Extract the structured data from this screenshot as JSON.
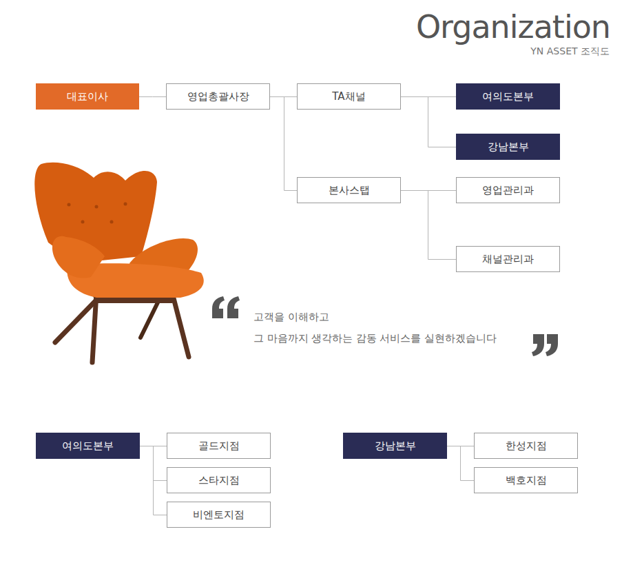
{
  "diagram": {
    "title": "Organization",
    "nodes": [
      {
        "text": [
          "대표이사"
        ]
      },
      {
        "text": [
          "영업총괄사장"
        ]
      },
      {
        "text": [
          "TA채널"
        ]
      },
      {
        "text": [
          "여의도본부"
        ]
      },
      {
        "text": [
          "강남본부"
        ]
      },
      {
        "text": [
          "본사스탭"
        ]
      },
      {
        "text": [
          "영업관리과"
        ]
      },
      {
        "text": [
          "채널관리과"
        ]
      },
      {
        "text": [
          "여의도본부"
        ]
      },
      {
        "text": [
          "골드지점"
        ]
      },
      {
        "text": [
          "스타지점"
        ]
      },
      {
        "text": [
          "비엔토지점"
        ]
      },
      {
        "text": [
          "강남본부"
        ]
      },
      {
        "text": [
          "한성지점"
        ]
      },
      {
        "text": [
          "백호지점"
        ]
      }
    ],
    "edges": [
      {
        "from": 0,
        "to": 1,
        "arrow": "none"
      },
      {
        "from": 1,
        "to": 2,
        "arrow": "none"
      },
      {
        "from": 1,
        "to": 5,
        "arrow": "none"
      },
      {
        "from": 2,
        "to": 3,
        "arrow": "none"
      },
      {
        "from": 2,
        "to": 4,
        "arrow": "none"
      },
      {
        "from": 5,
        "to": 6,
        "arrow": "none"
      },
      {
        "from": 5,
        "to": 7,
        "arrow": "none"
      },
      {
        "from": 8,
        "to": 9,
        "arrow": "none"
      },
      {
        "from": 8,
        "to": 10,
        "arrow": "none"
      },
      {
        "from": 8,
        "to": 11,
        "arrow": "none"
      },
      {
        "from": 12,
        "to": 13,
        "arrow": "none"
      },
      {
        "from": 12,
        "to": 14,
        "arrow": "none"
      }
    ],
    "labels": [
      "YN ASSET 조직도",
      "고객을 이해하고",
      "그 마음까지 생각하는 감동 서비스를 실현하겠습니다"
    ]
  }
}
